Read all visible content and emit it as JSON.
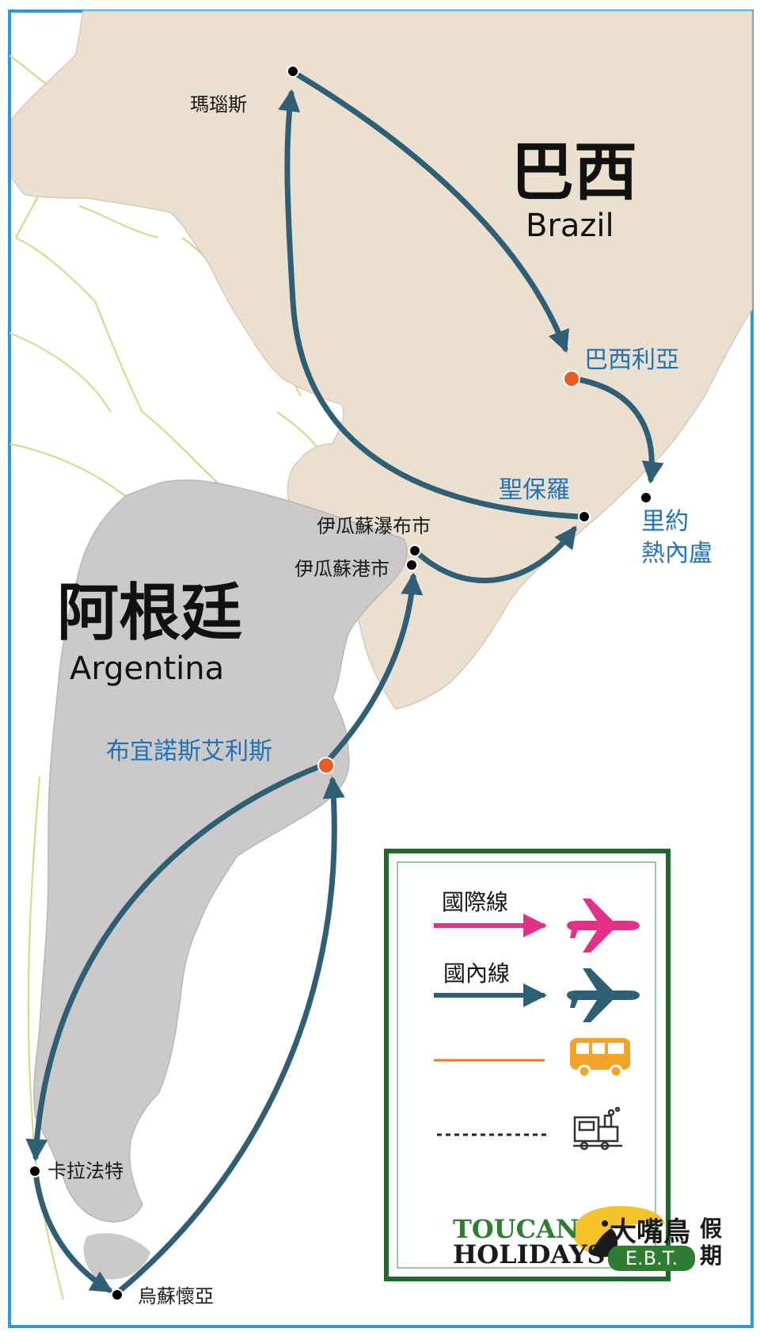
{
  "countries": {
    "brazil": {
      "name_zh": "巴西",
      "name_en": "Brazil"
    },
    "argentina": {
      "name_zh": "阿根廷",
      "name_en": "Argentina"
    }
  },
  "cities": {
    "manaus": "瑪瑙斯",
    "brasilia": "巴西利亞",
    "sao_paulo": "聖保羅",
    "rio_line1": "里約",
    "rio_line2": "熱內盧",
    "iguazu_falls": "伊瓜蘇瀑布市",
    "iguazu_port": "伊瓜蘇港市",
    "buenos_aires": "布宜諾斯艾利斯",
    "calafate": "卡拉法特",
    "ushuaia": "烏蘇懷亞"
  },
  "legend": {
    "international": "國際線",
    "domestic": "國內線"
  },
  "logo": {
    "line1": "TOUCAN",
    "line2": "HOLIDAYS",
    "zh_main": "大嘴鳥",
    "zh_side1": "假",
    "zh_side2": "期",
    "badge": "E.B.T."
  },
  "colors": {
    "international": "#e5308a",
    "domestic": "#2e5f74",
    "bus": "#f07a1c",
    "brazil_fill": "#ebdfd0",
    "argentina_fill": "#cbc9c9",
    "hub_marker": "#ee5a24",
    "frame": "#2a9bd6",
    "legend_border": "#1e6b2e"
  },
  "icons": [
    "airplane-icon",
    "bus-icon",
    "train-icon",
    "toucan-icon"
  ]
}
